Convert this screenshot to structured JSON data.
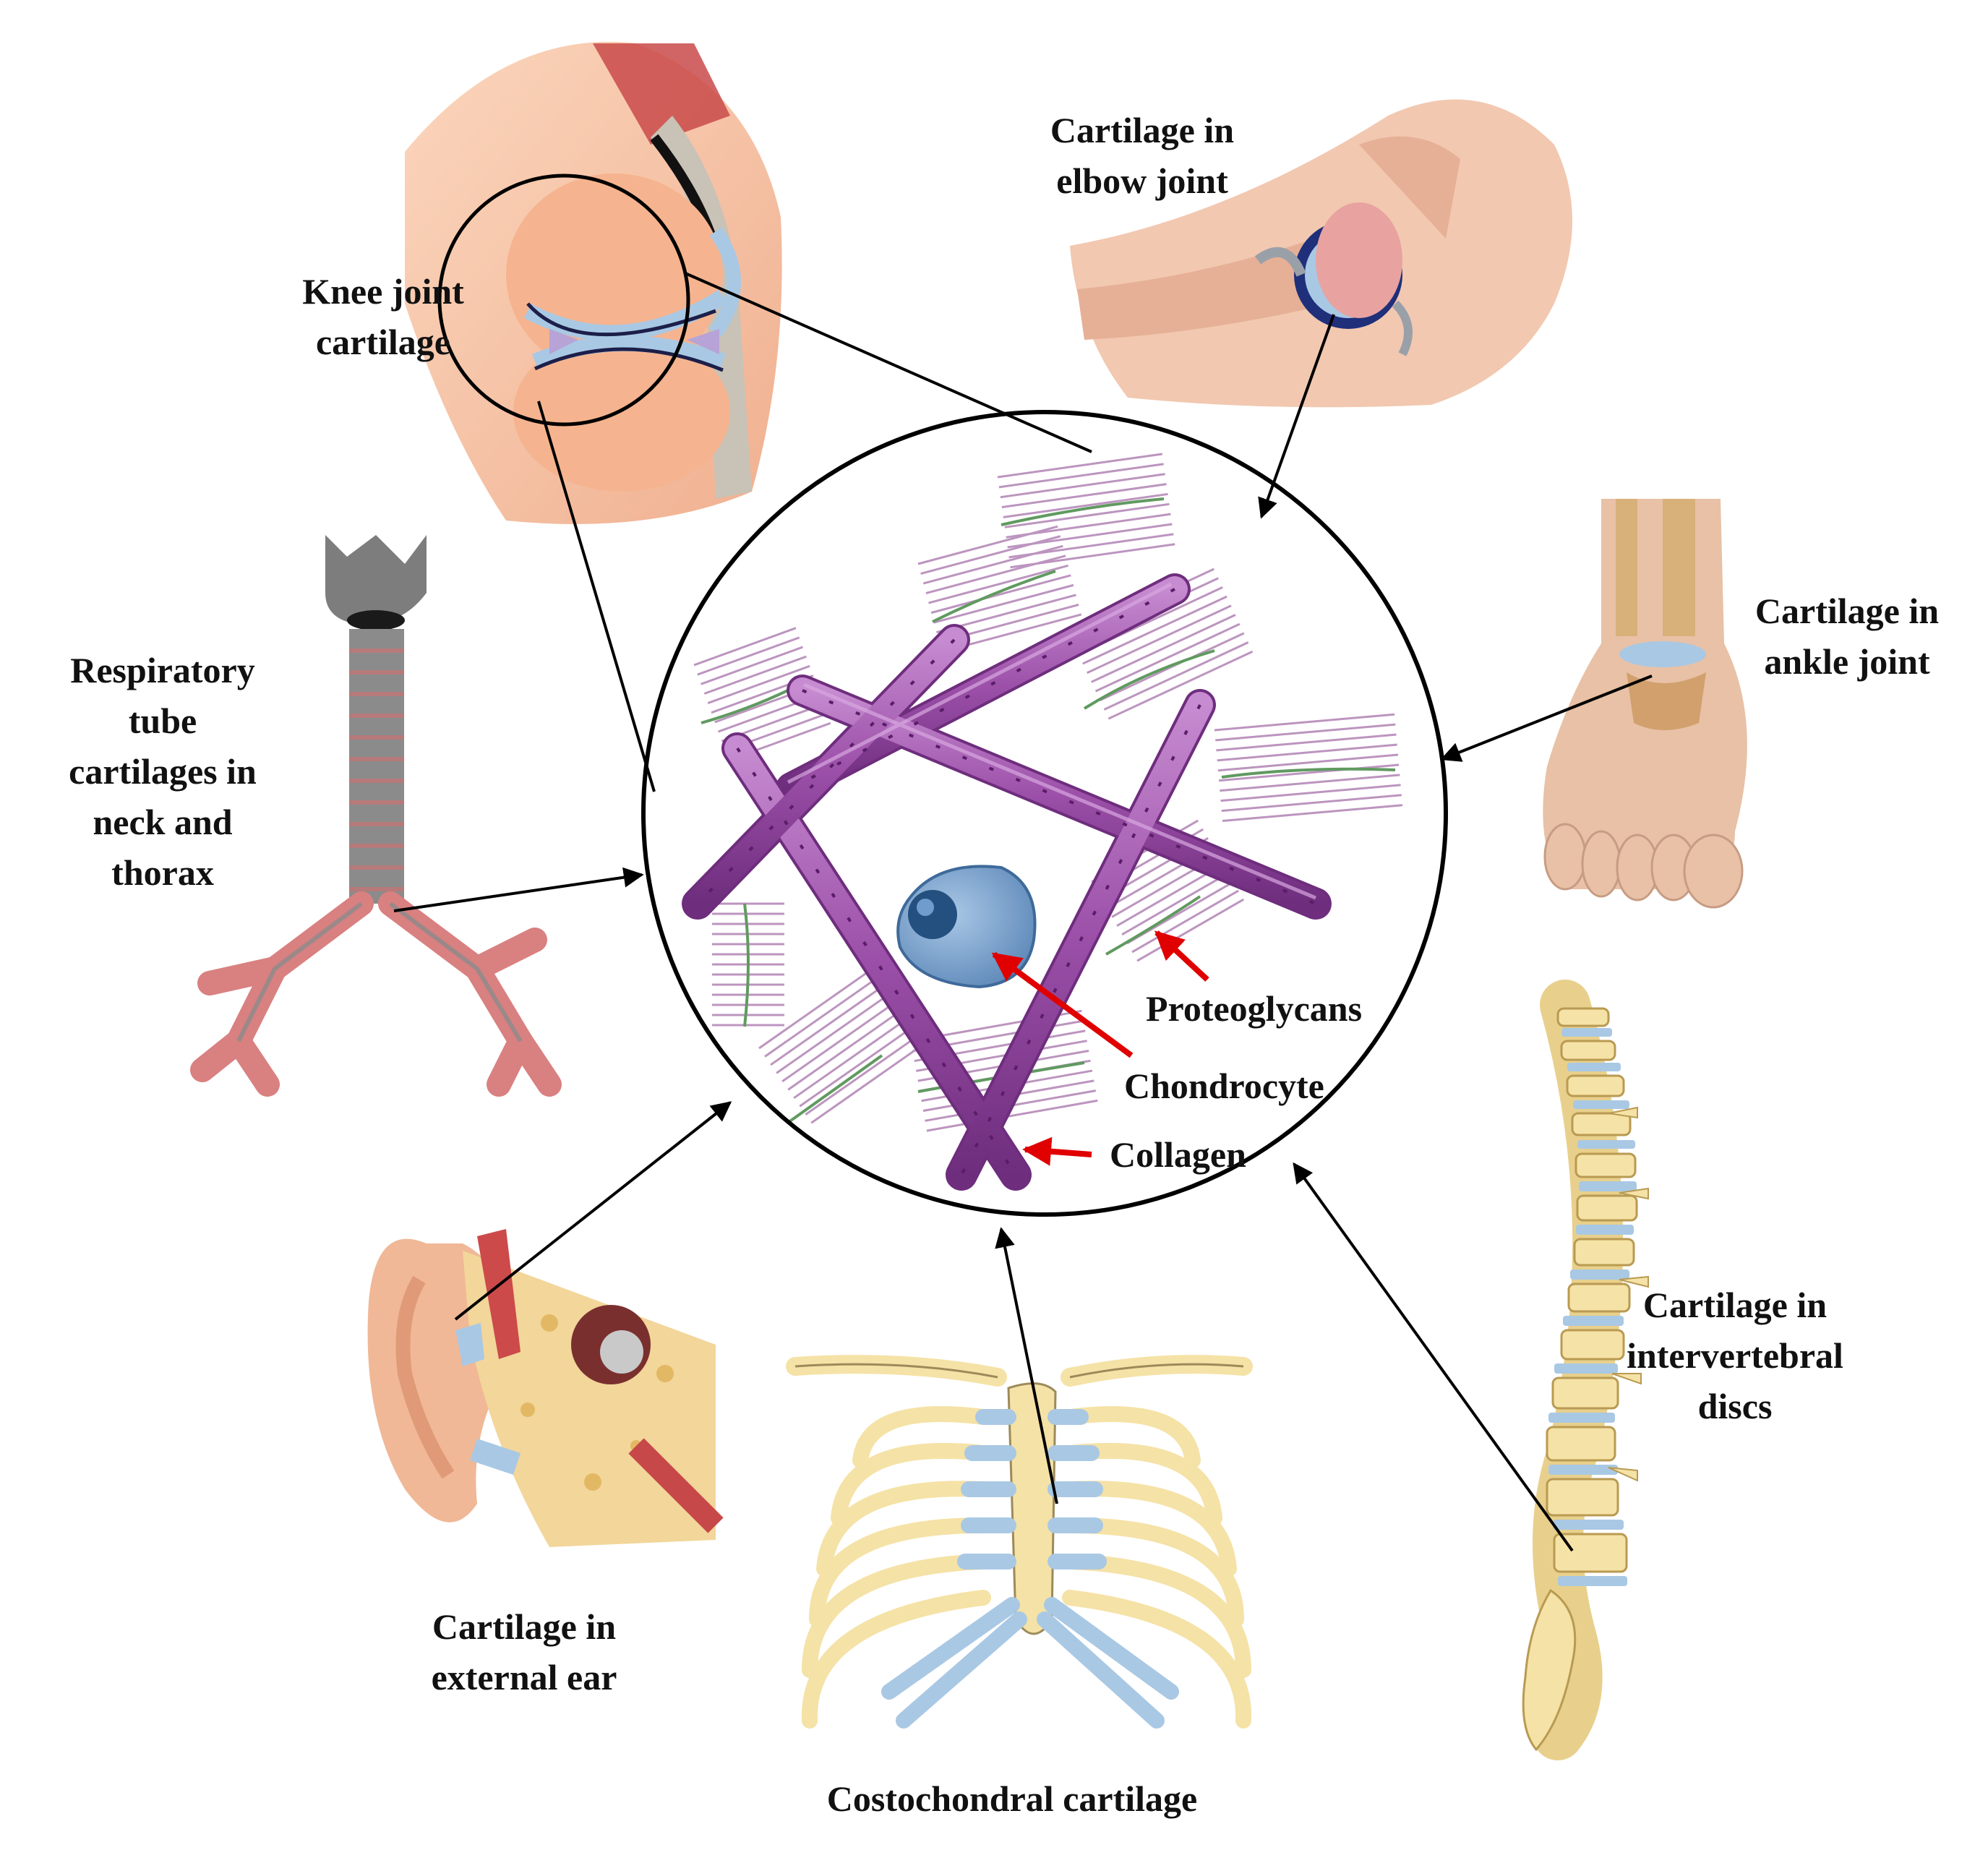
{
  "labels": {
    "knee": [
      "Knee joint",
      "cartilage"
    ],
    "elbow": [
      "Cartilage in",
      "elbow joint"
    ],
    "ankle": [
      "Cartilage in",
      "ankle joint"
    ],
    "respiratory": [
      "Respiratory",
      "tube",
      "cartilages in",
      "neck and",
      "thorax"
    ],
    "ear": [
      "Cartilage in",
      "external ear"
    ],
    "costochondral": "Costochondral cartilage",
    "spine": [
      "Cartilage in",
      "intervertebral",
      "discs"
    ]
  },
  "inner": {
    "proteoglycans": "Proteoglycans",
    "chondrocyte": "Chondrocyte",
    "collagen": "Collagen"
  },
  "colors": {
    "collagen": "#9b4fa8",
    "proteoglycan": "#b58ab8",
    "proteoglycan_core": "#4f8f4f",
    "chondrocyte": "#6f9ccc",
    "arrow_red": "#e00000",
    "cartilage_blue": "#a9c8e4",
    "bone_yellow": "#f5e2a6",
    "skin": "#f2c2a8",
    "airway_grey": "#8b8b8b",
    "airway_pink": "#d98080"
  }
}
